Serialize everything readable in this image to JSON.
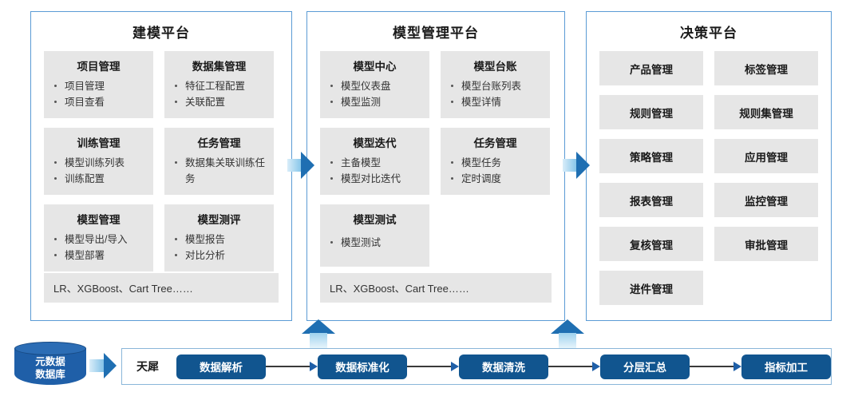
{
  "panels": [
    {
      "id": "modeling",
      "title": "建模平台",
      "cards": [
        {
          "title": "项目管理",
          "items": [
            "项目管理",
            "项目查看"
          ]
        },
        {
          "title": "数据集管理",
          "items": [
            "特征工程配置",
            "关联配置"
          ]
        },
        {
          "title": "训练管理",
          "items": [
            "模型训练列表",
            "训练配置"
          ]
        },
        {
          "title": "任务管理",
          "items": [
            "数据集关联训练任务"
          ]
        },
        {
          "title": "模型管理",
          "items": [
            "模型导出/导入",
            "模型部署"
          ]
        },
        {
          "title": "模型测评",
          "items": [
            "模型报告",
            "对比分析"
          ]
        }
      ],
      "algo_bar": "LR、XGBoost、Cart Tree……"
    },
    {
      "id": "model-management",
      "title": "模型管理平台",
      "cards": [
        {
          "title": "模型中心",
          "items": [
            "模型仪表盘",
            "模型监测"
          ]
        },
        {
          "title": "模型台账",
          "items": [
            "模型台账列表",
            "模型详情"
          ]
        },
        {
          "title": "模型迭代",
          "items": [
            "主备模型",
            "模型对比迭代"
          ]
        },
        {
          "title": "任务管理",
          "items": [
            "模型任务",
            "定时调度"
          ]
        },
        {
          "title": "模型测试",
          "items": [
            "模型测试"
          ]
        }
      ],
      "algo_bar": "LR、XGBoost、Cart Tree……"
    },
    {
      "id": "decision",
      "title": "决策平台",
      "tiles": [
        "产品管理",
        "标签管理",
        "规则管理",
        "规则集管理",
        "策略管理",
        "应用管理",
        "报表管理",
        "监控管理",
        "复核管理",
        "审批管理",
        "进件管理"
      ]
    }
  ],
  "datasource": {
    "line1": "元数据",
    "line2": "数据库"
  },
  "pipeline": {
    "label": "天犀",
    "steps": [
      "数据解析",
      "数据标准化",
      "数据清洗",
      "分层汇总",
      "指标加工"
    ]
  },
  "colors": {
    "panel_border": "#5b9bd5",
    "card_bg": "#e6e6e6",
    "step_bg": "#11558f",
    "cylinder": "#1f5fa8",
    "arrow_dark": "#1f6fb2",
    "arrow_light": "#d9edf9"
  }
}
